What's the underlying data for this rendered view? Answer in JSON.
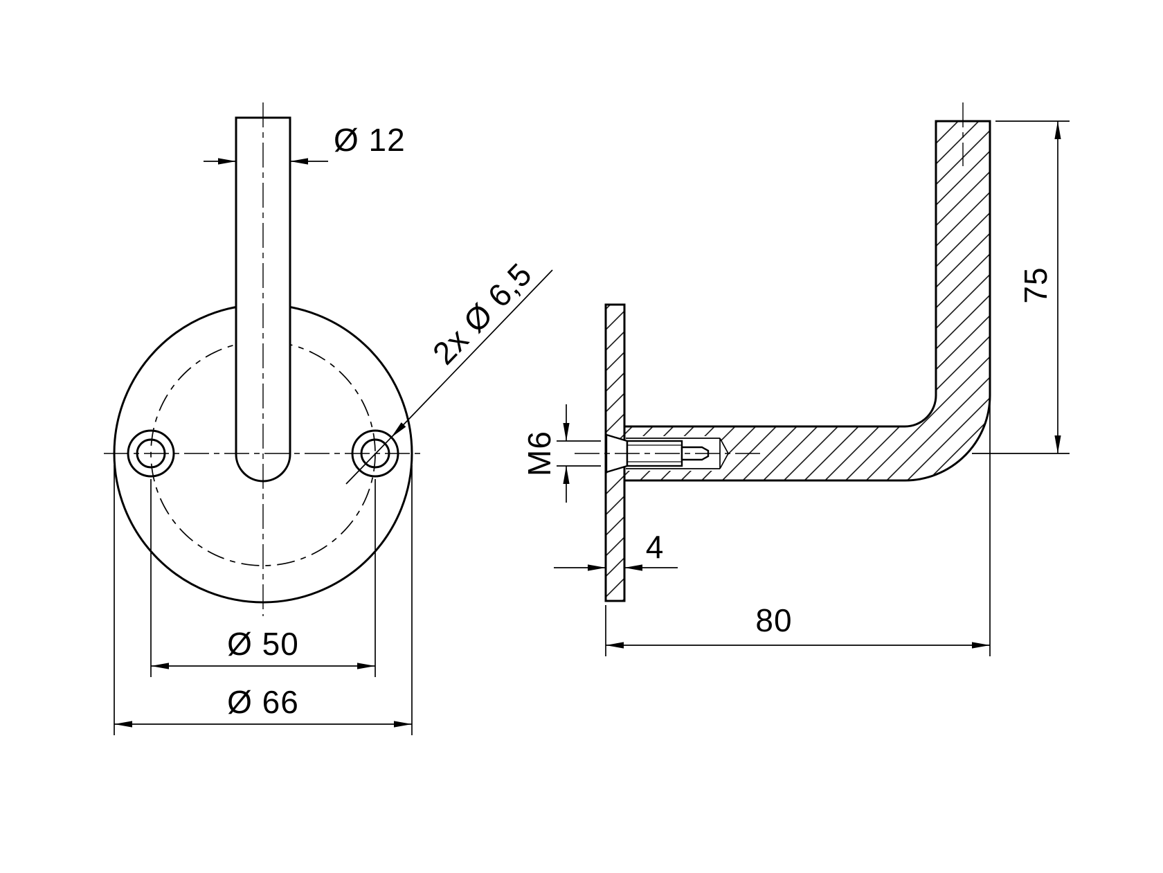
{
  "drawing": {
    "colors": {
      "line": "#000000",
      "background": "#ffffff"
    },
    "front_view": {
      "arm_diameter": "Ø 12",
      "mounting_holes": "2x Ø 6,5",
      "bolt_circle_diameter": "Ø 50",
      "flange_diameter": "Ø 66"
    },
    "side_view": {
      "screw_thread": "M6",
      "plate_thickness": "4",
      "arm_height": "75",
      "arm_length": "80"
    }
  }
}
